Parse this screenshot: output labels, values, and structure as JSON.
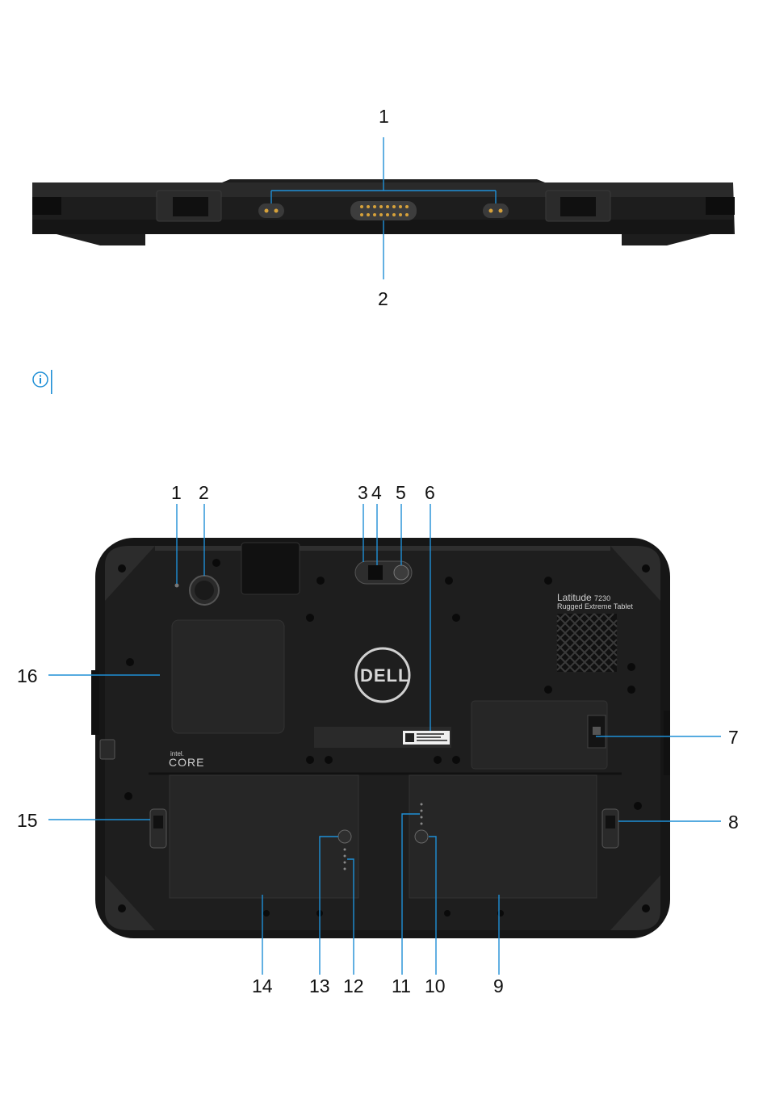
{
  "bottom_view": {
    "callouts": [
      {
        "id": "1",
        "label": "1"
      },
      {
        "id": "2",
        "label": "2"
      }
    ]
  },
  "back_view": {
    "callouts": [
      {
        "id": "1",
        "label": "1"
      },
      {
        "id": "2",
        "label": "2"
      },
      {
        "id": "3",
        "label": "3"
      },
      {
        "id": "4",
        "label": "4"
      },
      {
        "id": "5",
        "label": "5"
      },
      {
        "id": "6",
        "label": "6"
      },
      {
        "id": "7",
        "label": "7"
      },
      {
        "id": "8",
        "label": "8"
      },
      {
        "id": "9",
        "label": "9"
      },
      {
        "id": "10",
        "label": "10"
      },
      {
        "id": "11",
        "label": "11"
      },
      {
        "id": "12",
        "label": "12"
      },
      {
        "id": "13",
        "label": "13"
      },
      {
        "id": "14",
        "label": "14"
      },
      {
        "id": "15",
        "label": "15"
      },
      {
        "id": "16",
        "label": "16"
      }
    ],
    "branding": {
      "model": "Latitude",
      "model_number": "7230",
      "model_sub": "Rugged Extreme Tablet",
      "dell_logo": "DELL",
      "intel_small": "intel.",
      "intel_core": "CORE"
    }
  },
  "note": {
    "icon": "info-icon"
  },
  "colors": {
    "callout_line": "#1f8fd6",
    "device_body": "#1b1b1b",
    "info_icon": "#1f8fd6"
  }
}
